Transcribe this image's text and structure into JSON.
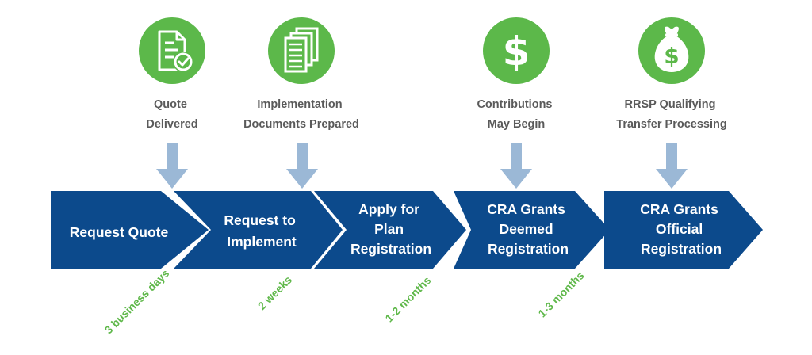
{
  "colors": {
    "chevron": "#0c4a8c",
    "icon_circle": "#5cb84a",
    "down_arrow": "#9bb8d6",
    "milestone_text": "#5a5a5a",
    "duration_text": "#5fb84a"
  },
  "milestones": [
    {
      "icon": "document-check-icon",
      "lines": [
        "Quote",
        "Delivered"
      ]
    },
    {
      "icon": "documents-stack-icon",
      "lines": [
        "Implementation",
        "Documents Prepared"
      ]
    },
    {
      "icon": "dollar-icon",
      "lines": [
        "Contributions",
        "May Begin"
      ]
    },
    {
      "icon": "money-bag-icon",
      "lines": [
        "RRSP Qualifying",
        "Transfer Processing"
      ]
    }
  ],
  "steps": [
    {
      "lines": [
        "Request Quote"
      ]
    },
    {
      "lines": [
        "Request to",
        "Implement"
      ]
    },
    {
      "lines": [
        "Apply for",
        "Plan",
        "Registration"
      ]
    },
    {
      "lines": [
        "CRA Grants",
        "Deemed",
        "Registration"
      ]
    },
    {
      "lines": [
        "CRA Grants",
        "Official",
        "Registration"
      ]
    }
  ],
  "durations": [
    "3 business days",
    "2 weeks",
    "1-2 months",
    "1-3 months"
  ]
}
